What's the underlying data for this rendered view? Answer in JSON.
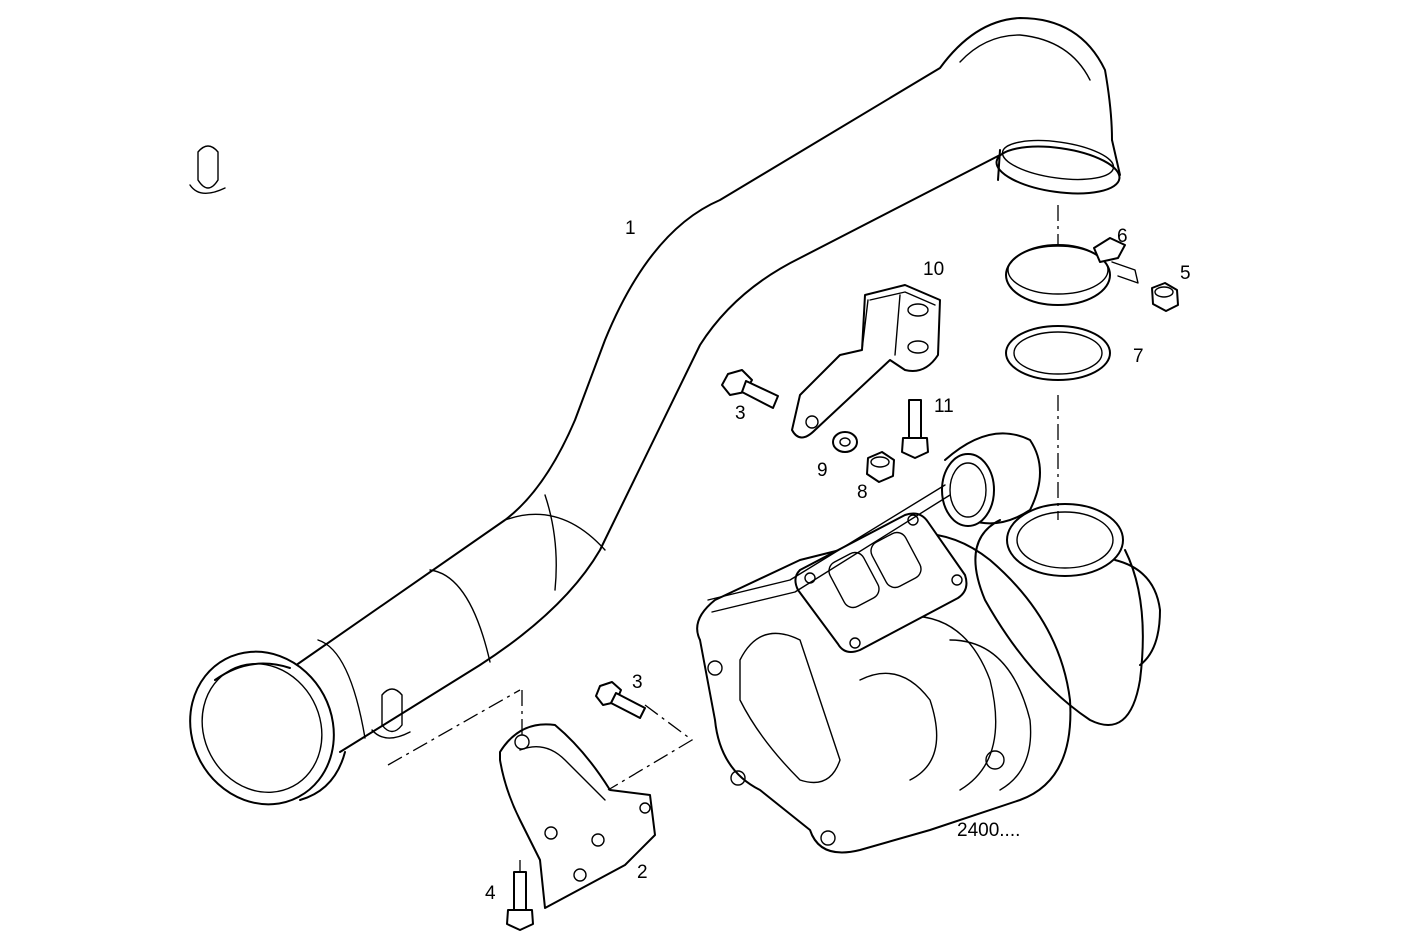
{
  "callouts": {
    "p1": "1",
    "p2": "2",
    "p3a": "3",
    "p3b": "3",
    "p4": "4",
    "p5": "5",
    "p6": "6",
    "p7": "7",
    "p8": "8",
    "p9": "9",
    "p10": "10",
    "p11": "11"
  },
  "assembly_ref": "2400...."
}
